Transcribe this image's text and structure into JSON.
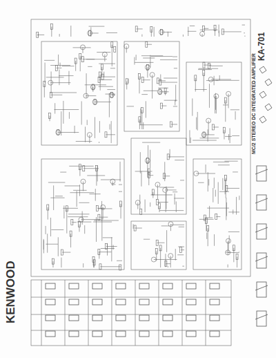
{
  "diagram": {
    "title": "MC/2 STEREO DC INTEGRATED AMPLIFIER",
    "labels": [
      "KENWOOD",
      "KA-701"
    ]
  }
}
